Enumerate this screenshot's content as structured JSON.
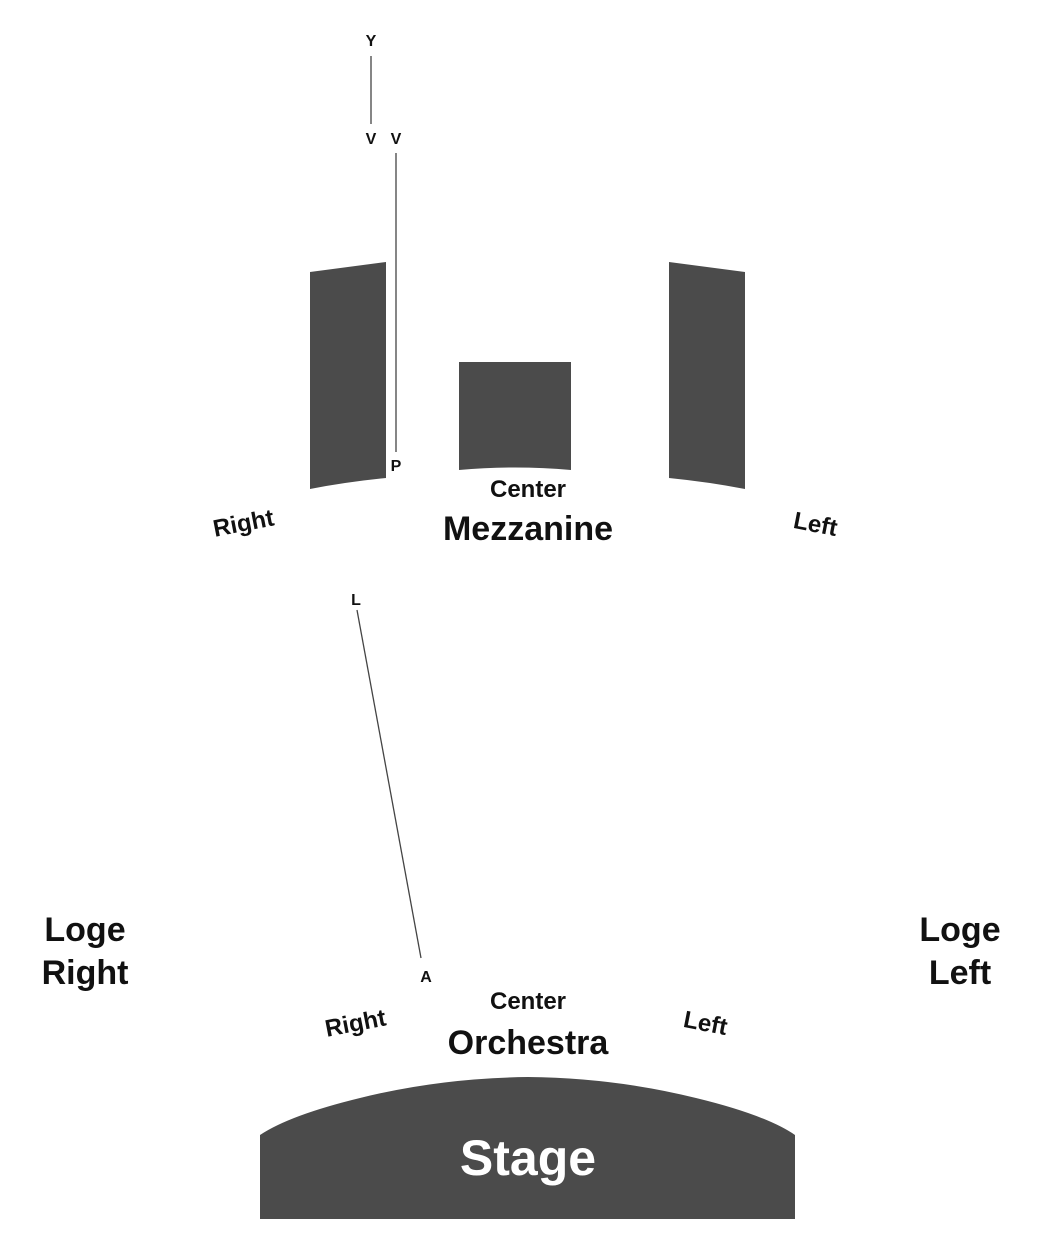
{
  "colors": {
    "section_fill": "#4b4b4b",
    "stage_text": "#ffffff",
    "label_text": "#111111",
    "background": "#ffffff"
  },
  "mezzanine": {
    "title": "Mezzanine",
    "center_label": "Center",
    "right_label": "Right",
    "left_label": "Left",
    "rows": {
      "top_row": "Y",
      "row_v_a": "V",
      "row_v_b": "V",
      "row_p": "P"
    }
  },
  "orchestra": {
    "title": "Orchestra",
    "center_label": "Center",
    "right_label": "Right",
    "left_label": "Left",
    "rows": {
      "back_row": "L",
      "front_row": "A"
    }
  },
  "loge": {
    "right_line1": "Loge",
    "right_line2": "Right",
    "left_line1": "Loge",
    "left_line2": "Left"
  },
  "stage": {
    "label": "Stage"
  }
}
